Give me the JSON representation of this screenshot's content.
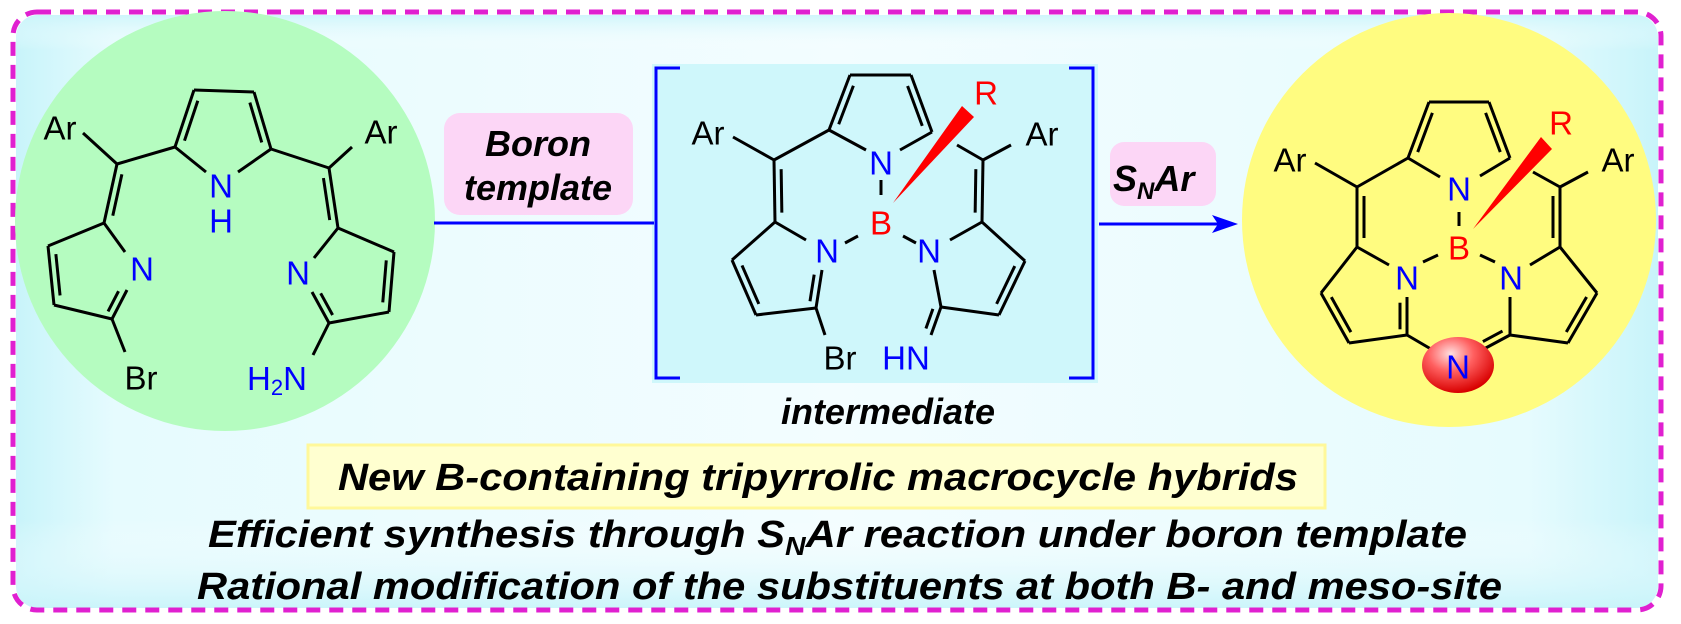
{
  "colors": {
    "border": "#e020d0",
    "panel": "#e8fbfe",
    "green_circle": "#b5fcc0",
    "yellow_circle": "#fffc80",
    "intermediate_panel": "#cff7fb",
    "reagent_box": "#fcd6f6",
    "summary_box": "#ffffd0",
    "arrow": "#0000ff",
    "nitrogen": "#0000ff",
    "boron": "#ff0000"
  },
  "starting_material": {
    "ar_left": "Ar",
    "ar_right": "Ar",
    "n_center": "N",
    "h_center": "H",
    "n_left": "N",
    "n_right": "N",
    "br": "Br",
    "amine_h": "H",
    "amine_sub": "2",
    "amine_n": "N"
  },
  "step1": {
    "line1": "Boron",
    "line2": "template"
  },
  "intermediate": {
    "ar_left": "Ar",
    "ar_right": "Ar",
    "n_top": "N",
    "b": "B",
    "r": "R",
    "n_left": "N",
    "n_right": "N",
    "br": "Br",
    "imine": "HN",
    "label": "intermediate"
  },
  "step2": {
    "s": "S",
    "sub": "N",
    "rest": "Ar"
  },
  "product": {
    "ar_left": "Ar",
    "ar_right": "Ar",
    "n_top": "N",
    "b": "B",
    "r": "R",
    "n_left": "N",
    "n_right": "N",
    "n_meso": "N"
  },
  "summary": {
    "headline": "New B-containing tripyrrolic macrocycle hybrids",
    "line2_pre": "Efficient synthesis through ",
    "line2_s": "S",
    "line2_sub": "N",
    "line2_post": "Ar reaction under boron template",
    "line3": "Rational modification of the substituents at both B- and meso-site"
  }
}
